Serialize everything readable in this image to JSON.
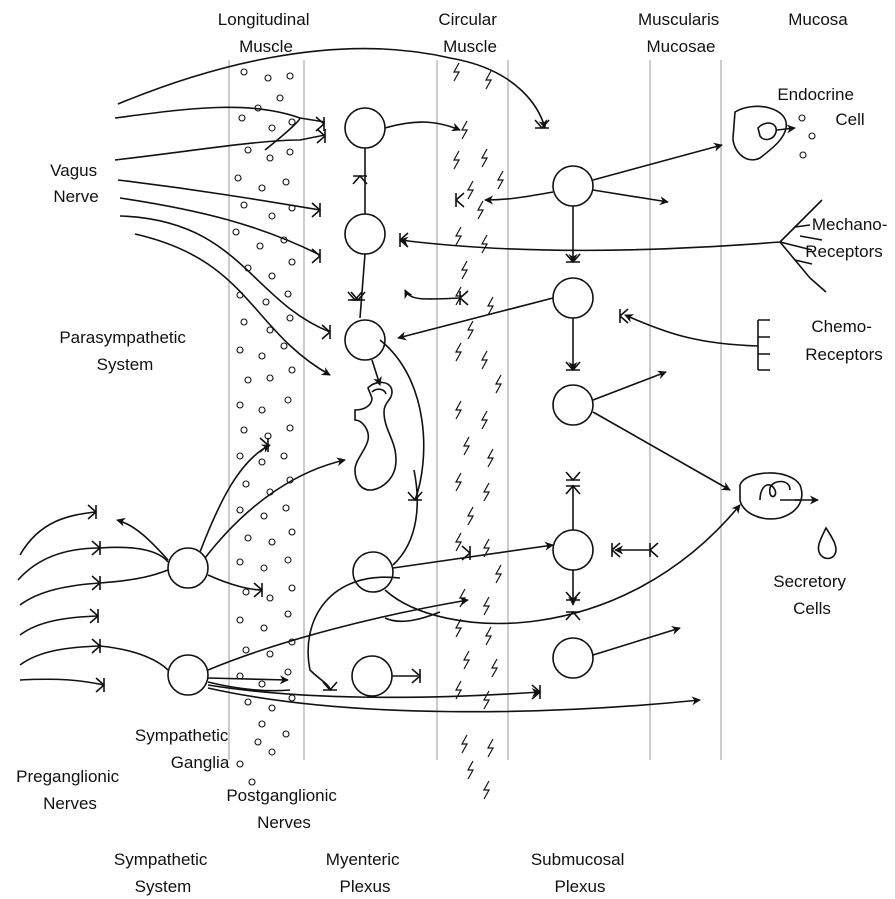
{
  "layers": {
    "longitudinal_muscle": [
      "Longitudinal",
      "Muscle"
    ],
    "circular_muscle": [
      "Circular",
      "Muscle"
    ],
    "muscularis_mucosae": [
      "Muscularis",
      "Mucosae"
    ],
    "mucosa": [
      "Mucosa"
    ]
  },
  "labels": {
    "vagus_nerve": [
      "Vagus",
      "Nerve"
    ],
    "parasympathetic_system": [
      "Parasympathetic",
      "System"
    ],
    "endocrine_cell": [
      "Endocrine",
      "Cell"
    ],
    "mechanoreceptors": [
      "Mechano-",
      "Receptors"
    ],
    "chemoreceptors": [
      "Chemo-",
      "Receptors"
    ],
    "secretory_cells": [
      "Secretory",
      "Cells"
    ],
    "sympathetic_ganglia": [
      "Sympathetic",
      "Ganglia"
    ],
    "preganglionic_nerves": [
      "Preganglionic",
      "Nerves"
    ],
    "postganglionic_nerves": [
      "Postganglionic",
      "Nerves"
    ]
  },
  "plexus_labels": {
    "sympathetic_system": [
      "Sympathetic",
      "System"
    ],
    "myenteric_plexus": [
      "Myenteric",
      "Plexus"
    ],
    "submucosal_plexus": [
      "Submucosal",
      "Plexus"
    ]
  }
}
